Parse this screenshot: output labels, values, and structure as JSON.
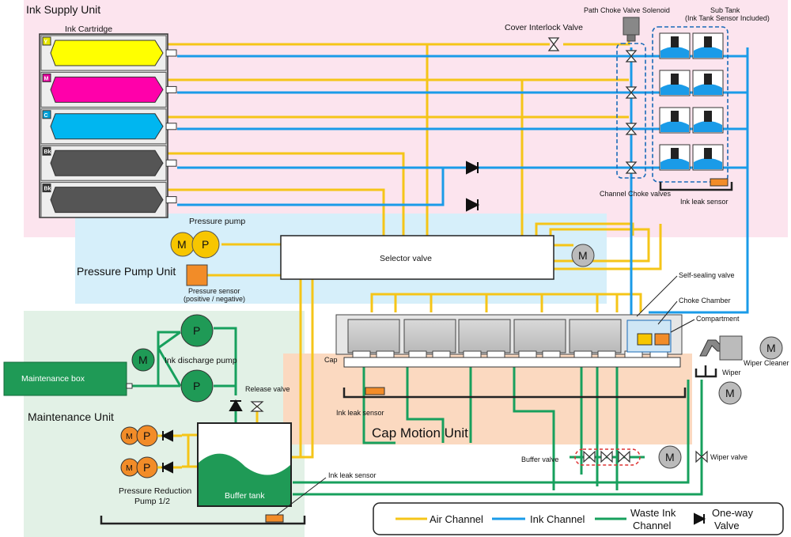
{
  "sections": {
    "ink_supply": "Ink Supply Unit",
    "pressure_pump_unit": "Pressure Pump Unit",
    "maintenance_unit": "Maintenance Unit",
    "cap_motion_unit": "Cap Motion Unit"
  },
  "cartridge": {
    "title": "Ink Cartridge",
    "slots": [
      {
        "tag": "Y",
        "color": "#ffff00",
        "tag_color": "#e6e600"
      },
      {
        "tag": "M",
        "color": "#ff00aa",
        "tag_color": "#e0009a"
      },
      {
        "tag": "C",
        "color": "#00b6f0",
        "tag_color": "#00a0d8"
      },
      {
        "tag": "Bk",
        "color": "#555555",
        "tag_color": "#333333"
      },
      {
        "tag": "Bk",
        "color": "#555555",
        "tag_color": "#333333"
      }
    ]
  },
  "labels": {
    "cover_interlock_valve": "Cover Interlock Valve",
    "path_choke_solenoid": "Path Choke Valve Solenoid",
    "sub_tank": "Sub Tank",
    "sub_tank_note": "(Ink Tank Sensor Included)",
    "channel_choke_valves": "Channel Choke valves",
    "ink_leak_sensor": "Ink leak sensor",
    "pressure_pump": "Pressure pump",
    "pressure_sensor": "Pressure sensor",
    "pressure_sensor_note": "(positive / negative)",
    "selector_valve": "Selector valve",
    "motor": "M",
    "pump": "P",
    "self_sealing_valve": "Self-sealing valve",
    "choke_chamber": "Choke Chamber",
    "compartment": "Compartment",
    "cap": "Cap",
    "wiper_cleaner": "Wiper Cleaner",
    "wiper": "Wiper",
    "maintenance_box": "Maintenance box",
    "ink_discharge_pump": "Ink discharge pump",
    "release_valve": "Release valve",
    "buffer_valve": "Buffer valve",
    "wiper_valve": "Wiper valve",
    "buffer_tank": "Buffer tank",
    "pressure_reduction_pump": "Pressure Reduction",
    "pressure_reduction_pump_2": "Pump 1/2"
  },
  "legend": {
    "air": "Air Channel",
    "ink": "Ink Channel",
    "waste_1": "Waste Ink",
    "waste_2": "Channel",
    "oneway_1": "One-way",
    "oneway_2": "Valve"
  },
  "colors": {
    "air": "#f5c518",
    "ink": "#1a9be8",
    "waste": "#17a05d",
    "ink_supply_bg": "#fce4ee",
    "pump_unit_bg": "#d6effa",
    "maintenance_bg": "#e2f1e6",
    "cap_bg": "#fbd9c0",
    "pump_green": "#1f9a56",
    "pump_orange": "#f28c28",
    "pump_yellow": "#f7c600"
  }
}
